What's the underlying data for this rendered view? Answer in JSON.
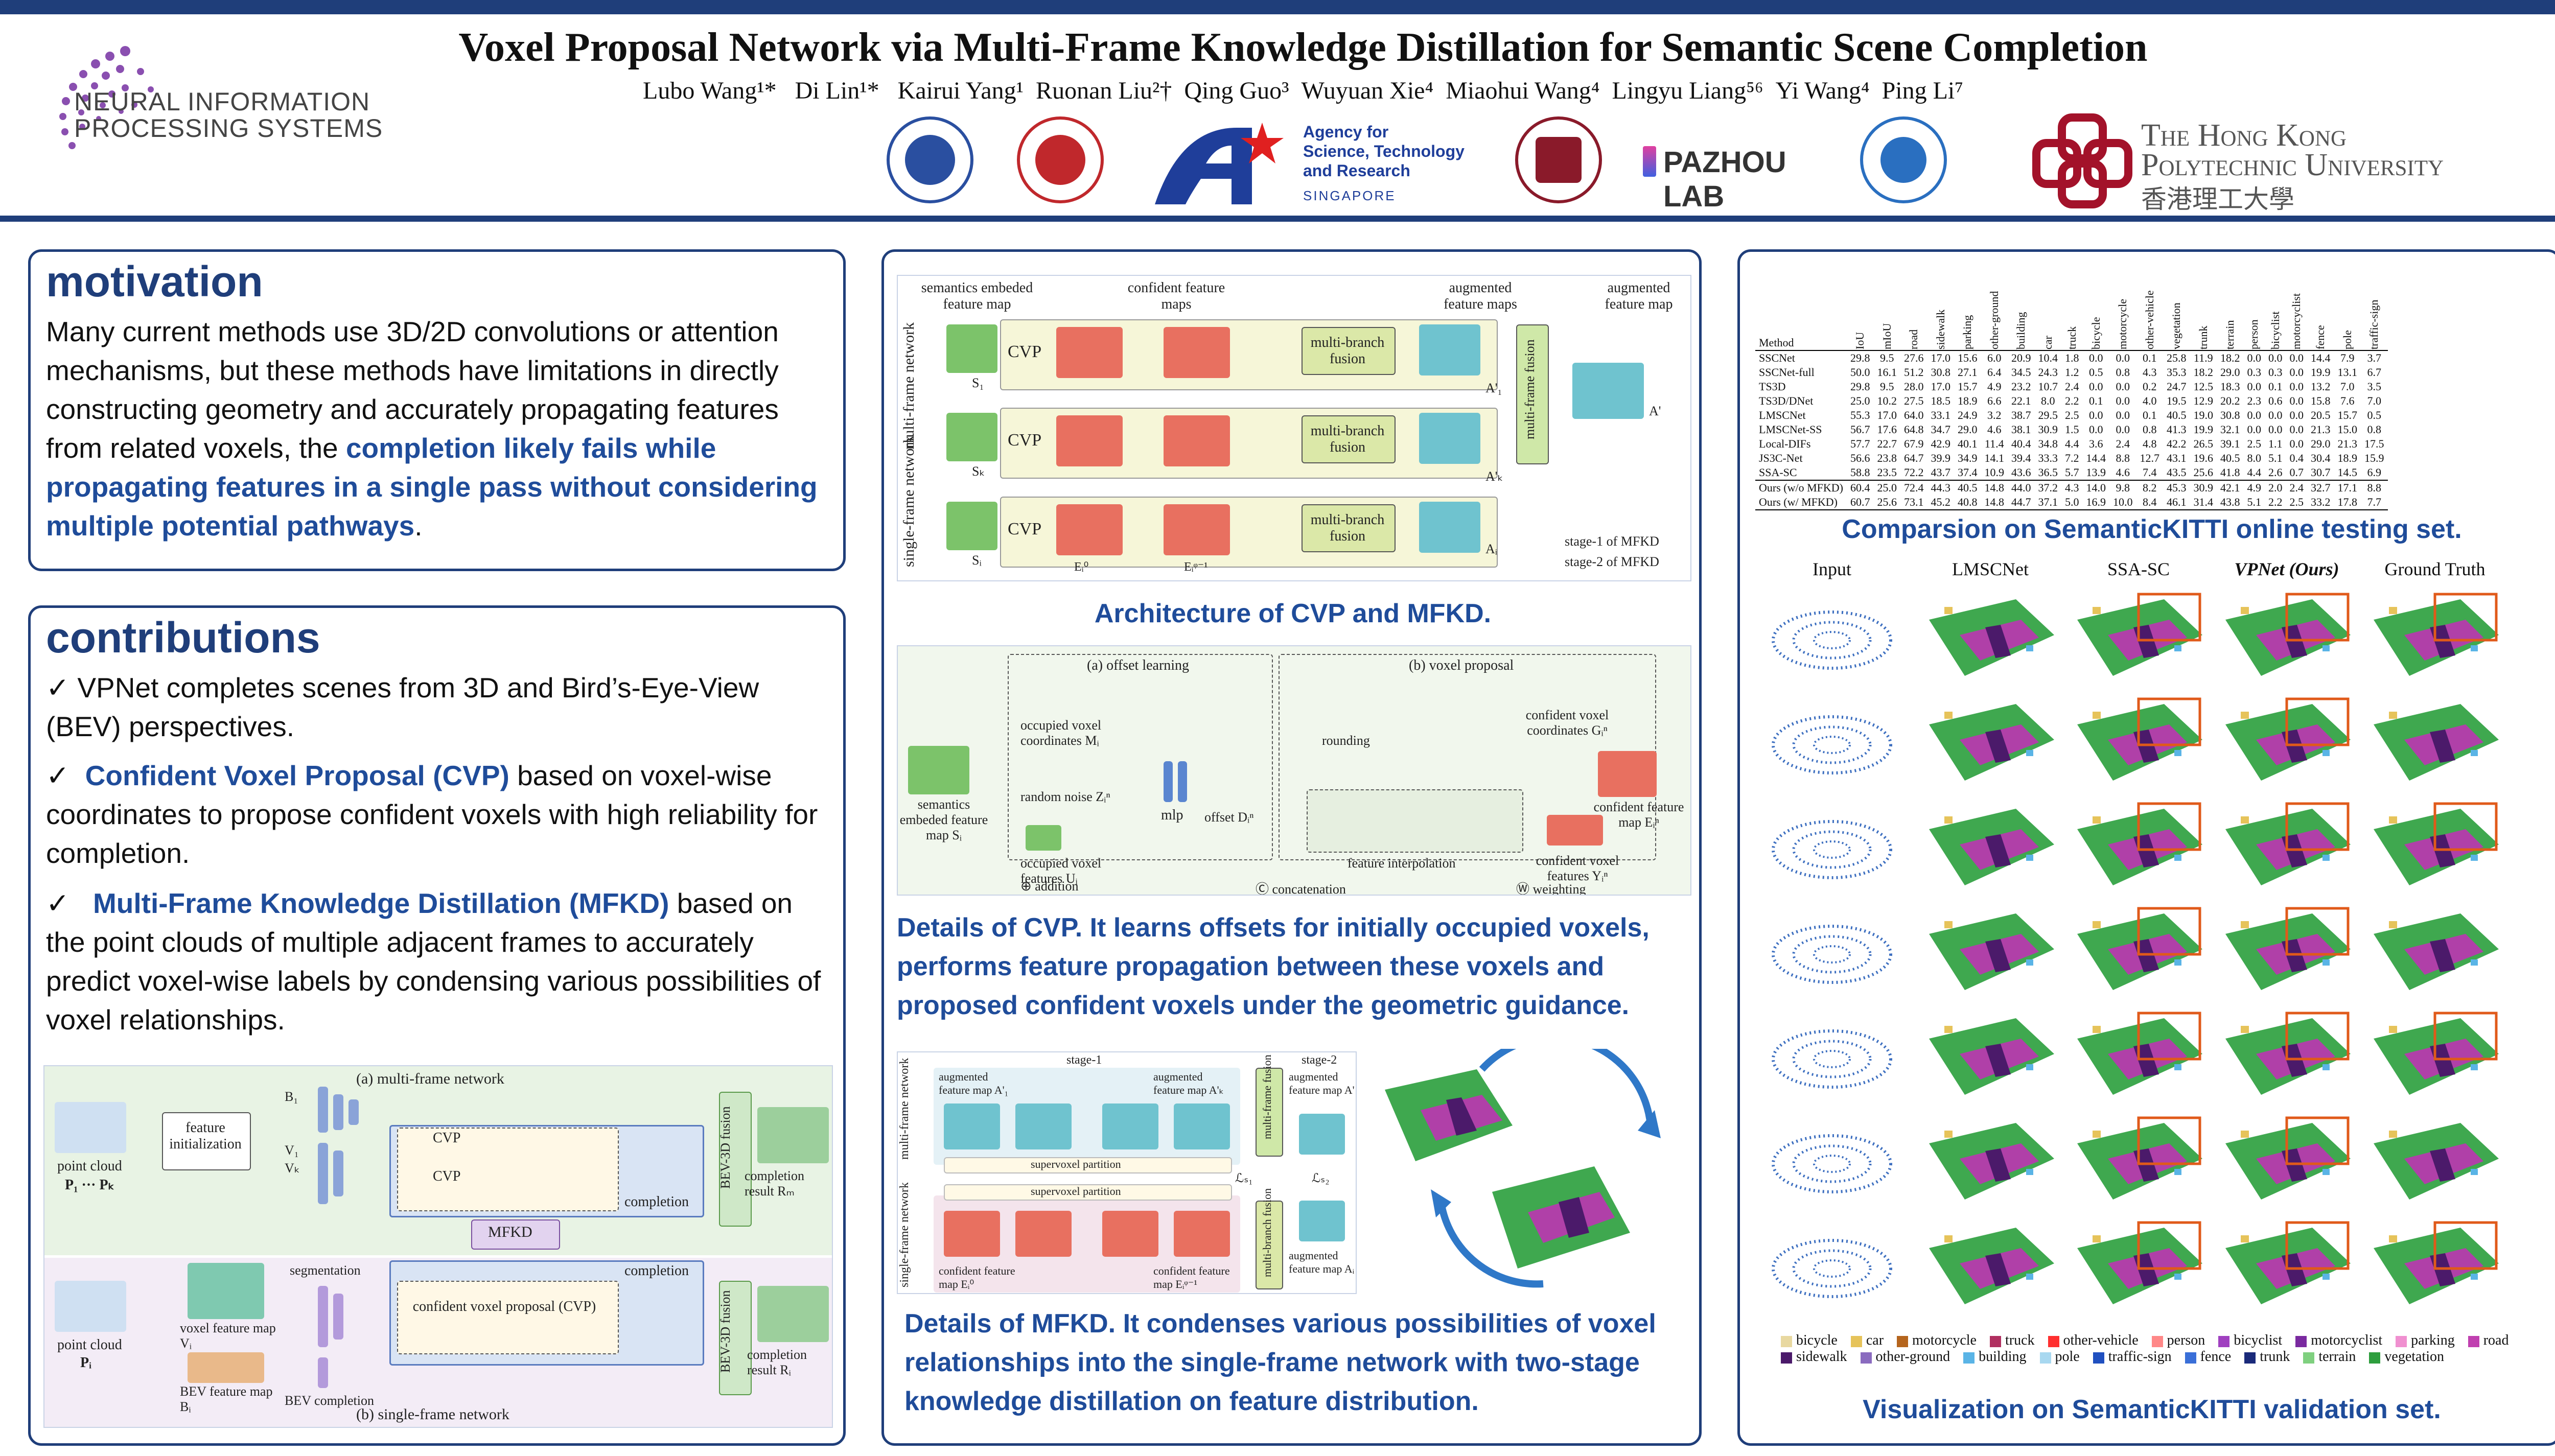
{
  "header": {
    "title": "Voxel Proposal Network via Multi-Frame Knowledge Distillation for Semantic Scene Completion",
    "authors": "Lubo Wang¹*   Di Lin¹*   Kairui Yang¹  Ruonan Liu²†  Qing Guo³  Wuyuan Xie⁴  Miaohui Wang⁴  Lingyu Liang⁵⁶  Yi Wang⁴  Ping Li⁷",
    "conference_logo_line1": "NEURAL INFORMATION",
    "conference_logo_line2": "PROCESSING SYSTEMS",
    "astar_line1": "Agency for",
    "astar_line2": "Science, Technology",
    "astar_line3": "and Research",
    "astar_line4": "SINGAPORE",
    "pazhou": "PAZHOU LAB",
    "polyu_line1": "The Hong Kong",
    "polyu_line2": "Polytechnic University",
    "polyu_line3": "香港理工大學",
    "colors": {
      "brand": "#1f3e7a",
      "accent": "#1f4c9a"
    }
  },
  "motivation": {
    "heading": "motivation",
    "text": "Many current methods use 3D/2D convolutions or attention mechanisms, but these methods have limitations in directly constructing geometry and accurately propagating features from related voxels, the ",
    "highlight": "completion likely fails while propagating features in a single pass without considering multiple potential pathways",
    "end": "."
  },
  "contributions": {
    "heading": "contributions",
    "c1": "✓ VPNet completes scenes from 3D and Bird’s-Eye-View (BEV) perspectives.",
    "c2_mark": "✓",
    "c2_hl": "Confident Voxel Proposal (CVP)",
    "c2_text": " based on voxel-wise coordinates to propose confident voxels with high reliability for completion.",
    "c3_mark": "✓",
    "c3_hl": "Multi-Frame Knowledge Distillation (MFKD)",
    "c3_text": " based on the point clouds of multiple adjacent frames to accurately predict voxel-wise labels by condensing various possibilities of voxel relationships."
  },
  "overview_fig": {
    "multi_frame": "(a) multi-frame network",
    "single_frame": "(b) single-frame network",
    "feature_init": "feature initialization",
    "point_cloud_multi": "point cloud",
    "point_cloud_multi_sub": "P₁ ··· Pₖ",
    "point_cloud_single": "point cloud",
    "point_cloud_single_sub": "Pᵢ",
    "cvp": "CVP",
    "completion": "completion",
    "mfkd": "MFKD",
    "segmentation": "segmentation",
    "voxel_feature_map": "voxel feature map Vᵢ",
    "bev_feature_map": "BEV feature map Bᵢ",
    "bev_completion": "BEV completion",
    "confident_voxel_proposal": "confident voxel proposal (CVP)",
    "bev3d_fusion": "BEV-3D fusion",
    "completion_result_m": "completion result Rₘ",
    "completion_result_i": "completion result Rᵢ",
    "b1": "B₁",
    "v1": "V₁",
    "vk": "Vₖ"
  },
  "arch_fig": {
    "col1": "semantics embeded feature map",
    "col2": "confident feature maps",
    "col3": "augmented feature maps",
    "col4": "augmented feature map",
    "multi_frame_network": "multi-frame network",
    "single_frame_network": "single-frame network",
    "cvp": "CVP",
    "mbf": "multi-branch fusion",
    "mff": "multi-frame fusion",
    "stage1": "stage-1 of MFKD",
    "stage2": "stage-2 of MFKD",
    "s1": "S₁",
    "sk": "Sₖ",
    "si": "Sᵢ",
    "a1": "A'₁",
    "ak": "A'ₖ",
    "ai": "Aᵢ",
    "ap": "A'",
    "e0": "Eᵢ⁰",
    "eq": "Eᵢᵠ⁻¹",
    "caption": "Architecture of CVP and MFKD."
  },
  "cvp_fig": {
    "offset_learning": "(a) offset learning",
    "voxel_proposal": "(b) voxel proposal",
    "occupied_coords": "occupied voxel coordinates Mᵢ",
    "semantics": "semantics embeded feature map Sᵢ",
    "random_noise": "random noise Zᵢⁿ",
    "mlp": "mlp",
    "offset": "offset Dᵢⁿ",
    "rounding": "rounding",
    "confident_coords": "confident voxel coordinates Gᵢⁿ",
    "confident_map": "confident feature map Eᵢⁿ",
    "occupied_features": "occupied voxel features Uᵢ",
    "feature_interp": "feature interpolation",
    "confident_features": "confident voxel features Yᵢⁿ",
    "addition": "addition",
    "concatenation": "concatenation",
    "weighting": "weighting",
    "caption": "Details of CVP. It learns offsets for initially occupied voxels, performs feature propagation between these voxels and proposed confident voxels under the geometric guidance."
  },
  "mfkd_fig": {
    "stage1": "stage-1",
    "stage2": "stage-2",
    "aug1": "augmented feature map A'₁",
    "augk": "augmented feature map A'ₖ",
    "aug": "augmented feature map A'",
    "conf1": "confident feature map Eᵢ⁰",
    "confq": "confident feature map Eᵢᵠ⁻¹",
    "augi": "augmented feature map Aᵢ",
    "supervoxel": "supervoxel partition",
    "mbf": "multi-branch fusion",
    "mff": "multi-frame fusion",
    "l_s1": "ℒₛ₁",
    "l_s2": "ℒₛ₂",
    "multi_frame_network": "multi-frame network",
    "single_frame_network": "single-frame network",
    "caption": "Details of MFKD. It condenses various possibilities of voxel relationships into the single-frame network with two-stage knowledge distillation on feature distribution."
  },
  "table": {
    "headers": [
      "Method",
      "IoU",
      "mIoU",
      "road",
      "sidewalk",
      "parking",
      "other-ground",
      "building",
      "car",
      "truck",
      "bicycle",
      "motorcycle",
      "other-vehicle",
      "vegetation",
      "trunk",
      "terrain",
      "person",
      "bicyclist",
      "motorcyclist",
      "fence",
      "pole",
      "traffic-sign"
    ],
    "rows": [
      [
        "SSCNet",
        "29.8",
        "9.5",
        "27.6",
        "17.0",
        "15.6",
        "6.0",
        "20.9",
        "10.4",
        "1.8",
        "0.0",
        "0.0",
        "0.1",
        "25.8",
        "11.9",
        "18.2",
        "0.0",
        "0.0",
        "0.0",
        "14.4",
        "7.9",
        "3.7"
      ],
      [
        "SSCNet-full",
        "50.0",
        "16.1",
        "51.2",
        "30.8",
        "27.1",
        "6.4",
        "34.5",
        "24.3",
        "1.2",
        "0.5",
        "0.8",
        "4.3",
        "35.3",
        "18.2",
        "29.0",
        "0.3",
        "0.3",
        "0.0",
        "19.9",
        "13.1",
        "6.7"
      ],
      [
        "TS3D",
        "29.8",
        "9.5",
        "28.0",
        "17.0",
        "15.7",
        "4.9",
        "23.2",
        "10.7",
        "2.4",
        "0.0",
        "0.0",
        "0.2",
        "24.7",
        "12.5",
        "18.3",
        "0.0",
        "0.1",
        "0.0",
        "13.2",
        "7.0",
        "3.5"
      ],
      [
        "TS3D/DNet",
        "25.0",
        "10.2",
        "27.5",
        "18.5",
        "18.9",
        "6.6",
        "22.1",
        "8.0",
        "2.2",
        "0.1",
        "0.0",
        "4.0",
        "19.5",
        "12.9",
        "20.2",
        "2.3",
        "0.6",
        "0.0",
        "15.8",
        "7.6",
        "7.0"
      ],
      [
        "LMSCNet",
        "55.3",
        "17.0",
        "64.0",
        "33.1",
        "24.9",
        "3.2",
        "38.7",
        "29.5",
        "2.5",
        "0.0",
        "0.0",
        "0.1",
        "40.5",
        "19.0",
        "30.8",
        "0.0",
        "0.0",
        "0.0",
        "20.5",
        "15.7",
        "0.5"
      ],
      [
        "LMSCNet-SS",
        "56.7",
        "17.6",
        "64.8",
        "34.7",
        "29.0",
        "4.6",
        "38.1",
        "30.9",
        "1.5",
        "0.0",
        "0.0",
        "0.8",
        "41.3",
        "19.9",
        "32.1",
        "0.0",
        "0.0",
        "0.0",
        "21.3",
        "15.0",
        "0.8"
      ],
      [
        "Local-DIFs",
        "57.7",
        "22.7",
        "67.9",
        "42.9",
        "40.1",
        "11.4",
        "40.4",
        "34.8",
        "4.4",
        "3.6",
        "2.4",
        "4.8",
        "42.2",
        "26.5",
        "39.1",
        "2.5",
        "1.1",
        "0.0",
        "29.0",
        "21.3",
        "17.5"
      ],
      [
        "JS3C-Net",
        "56.6",
        "23.8",
        "64.7",
        "39.9",
        "34.9",
        "14.1",
        "39.4",
        "33.3",
        "7.2",
        "14.4",
        "8.8",
        "12.7",
        "43.1",
        "19.6",
        "40.5",
        "8.0",
        "5.1",
        "0.4",
        "30.4",
        "18.9",
        "15.9"
      ],
      [
        "SSA-SC",
        "58.8",
        "23.5",
        "72.2",
        "43.7",
        "37.4",
        "10.9",
        "43.6",
        "36.5",
        "5.7",
        "13.9",
        "4.6",
        "7.4",
        "43.5",
        "25.6",
        "41.8",
        "4.4",
        "2.6",
        "0.7",
        "30.7",
        "14.5",
        "6.9"
      ],
      [
        "Ours (w/o MFKD)",
        "60.4",
        "25.0",
        "72.4",
        "44.3",
        "40.5",
        "14.8",
        "44.0",
        "37.2",
        "4.3",
        "14.0",
        "9.8",
        "8.2",
        "45.3",
        "30.9",
        "42.1",
        "4.9",
        "2.0",
        "2.4",
        "32.7",
        "17.1",
        "8.8"
      ],
      [
        "Ours (w/ MFKD)",
        "60.7",
        "25.6",
        "73.1",
        "45.2",
        "40.8",
        "14.8",
        "44.7",
        "37.1",
        "5.0",
        "16.9",
        "10.0",
        "8.4",
        "46.1",
        "31.4",
        "43.8",
        "5.1",
        "2.2",
        "2.5",
        "33.2",
        "17.8",
        "7.7"
      ]
    ],
    "caption": "Comparsion on SemanticKITTI online testing set."
  },
  "visualization": {
    "columns": [
      "Input",
      "LMSCNet",
      "SSA-SC",
      "VPNet (Ours)",
      "Ground Truth"
    ],
    "legend": [
      {
        "name": "bicycle",
        "color": "#e8d8a0"
      },
      {
        "name": "car",
        "color": "#e6c35a"
      },
      {
        "name": "motorcycle",
        "color": "#b5651d"
      },
      {
        "name": "truck",
        "color": "#b03060"
      },
      {
        "name": "other-vehicle",
        "color": "#ff3030"
      },
      {
        "name": "person",
        "color": "#ff8888"
      },
      {
        "name": "bicyclist",
        "color": "#a040c0"
      },
      {
        "name": "motorcyclist",
        "color": "#7a2aa0"
      },
      {
        "name": "parking",
        "color": "#f090d0"
      },
      {
        "name": "road",
        "color": "#c040b0"
      },
      {
        "name": "sidewalk",
        "color": "#4b1a6a"
      },
      {
        "name": "other-ground",
        "color": "#8a6bbf"
      },
      {
        "name": "building",
        "color": "#5ab4e6"
      },
      {
        "name": "pole",
        "color": "#a8d8f0"
      },
      {
        "name": "traffic-sign",
        "color": "#2050c0"
      },
      {
        "name": "fence",
        "color": "#3a6fd8"
      },
      {
        "name": "trunk",
        "color": "#1a2a7a"
      },
      {
        "name": "terrain",
        "color": "#7fd07f"
      },
      {
        "name": "vegetation",
        "color": "#2e9e3e"
      }
    ],
    "caption": "Visualization on SemanticKITTI validation set."
  }
}
